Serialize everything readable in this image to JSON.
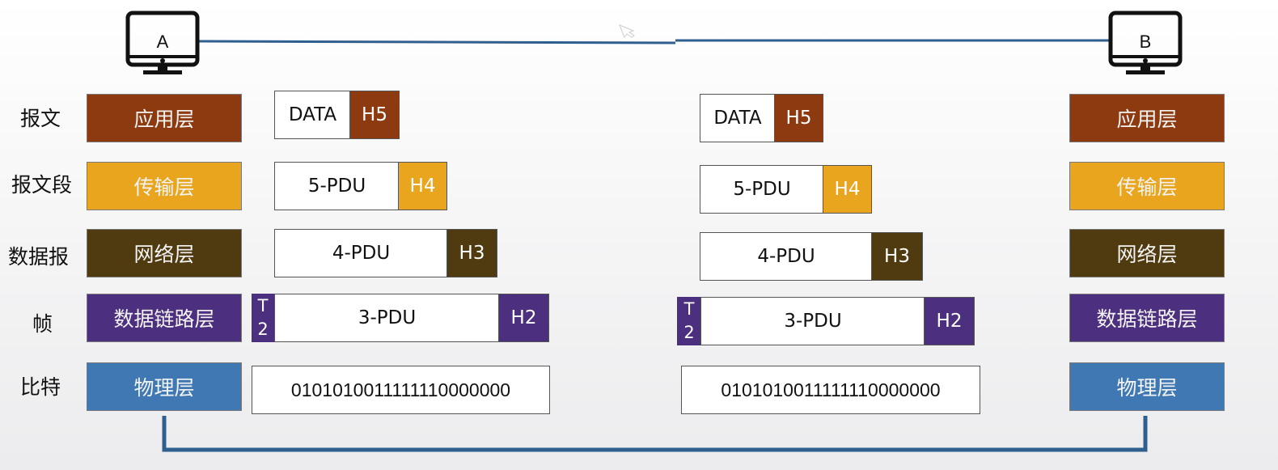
{
  "hosts": {
    "a_label": "A",
    "b_label": "B"
  },
  "pdu_labels": [
    "报文",
    "报文段",
    "数据报",
    "帧",
    "比特"
  ],
  "layers": [
    "应用层",
    "传输层",
    "网络层",
    "数据链路层",
    "物理层"
  ],
  "colors": {
    "application": "#8e3a10",
    "transport": "#e9a51d",
    "network": "#503b10",
    "datalink": "#4c2f7e",
    "physical": "#3f78b3",
    "link_line": "#2e5f8f"
  },
  "left": {
    "app": {
      "data": "DATA",
      "header": "H5"
    },
    "transport": {
      "data": "5-PDU",
      "header": "H4"
    },
    "network": {
      "data": "4-PDU",
      "header": "H3"
    },
    "datalink": {
      "trailer_top": "T",
      "trailer_bottom": "2",
      "data": "3-PDU",
      "header": "H2"
    },
    "physical": {
      "bits": "0101010011111110000000"
    }
  },
  "right": {
    "app": {
      "data": "DATA",
      "header": "H5"
    },
    "transport": {
      "data": "5-PDU",
      "header": "H4"
    },
    "network": {
      "data": "4-PDU",
      "header": "H3"
    },
    "datalink": {
      "trailer_top": "T",
      "trailer_bottom": "2",
      "data": "3-PDU",
      "header": "H2"
    },
    "physical": {
      "bits": "0101010011111110000000"
    }
  }
}
